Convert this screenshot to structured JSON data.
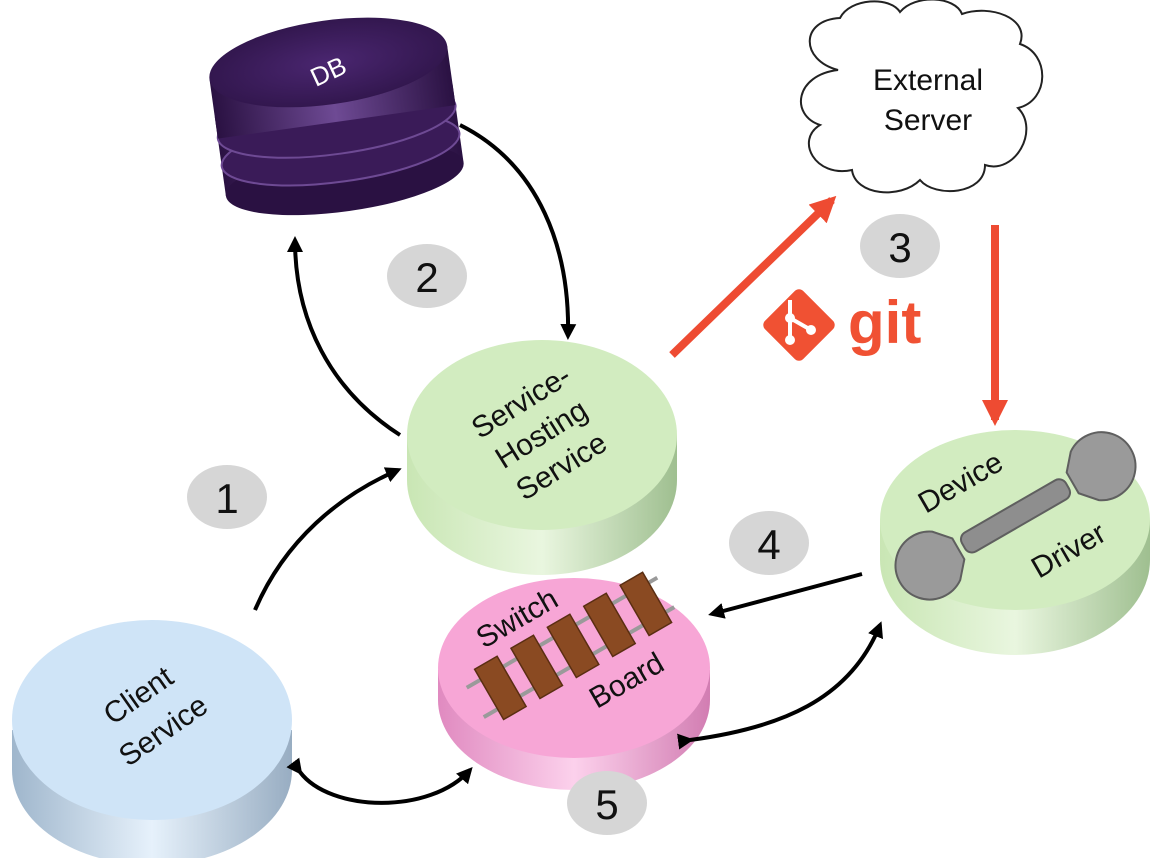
{
  "nodes": {
    "db": {
      "label": "DB"
    },
    "external_server": {
      "line1": "External",
      "line2": "Server"
    },
    "service_hosting": {
      "line1": "Service-",
      "line2": "Hosting",
      "line3": "Service"
    },
    "device_driver": {
      "line1": "Device",
      "line2": "Driver"
    },
    "switch_board": {
      "line1": "Switch",
      "line2": "Board"
    },
    "client_service": {
      "line1": "Client",
      "line2": "Service"
    }
  },
  "steps": [
    "1",
    "2",
    "3",
    "4",
    "5"
  ],
  "git_logo": {
    "word": "git",
    "color": "#f05133"
  },
  "colors": {
    "db": "#3d1d5c",
    "service_hosting": "#d2ecc0",
    "device_driver": "#d2ecc0",
    "switch_board": "#f7a6d6",
    "client_service": "#cfe4f7",
    "arrow_black": "#000000",
    "arrow_red": "#ee4b32",
    "step_badge": "#d6d6d6"
  }
}
